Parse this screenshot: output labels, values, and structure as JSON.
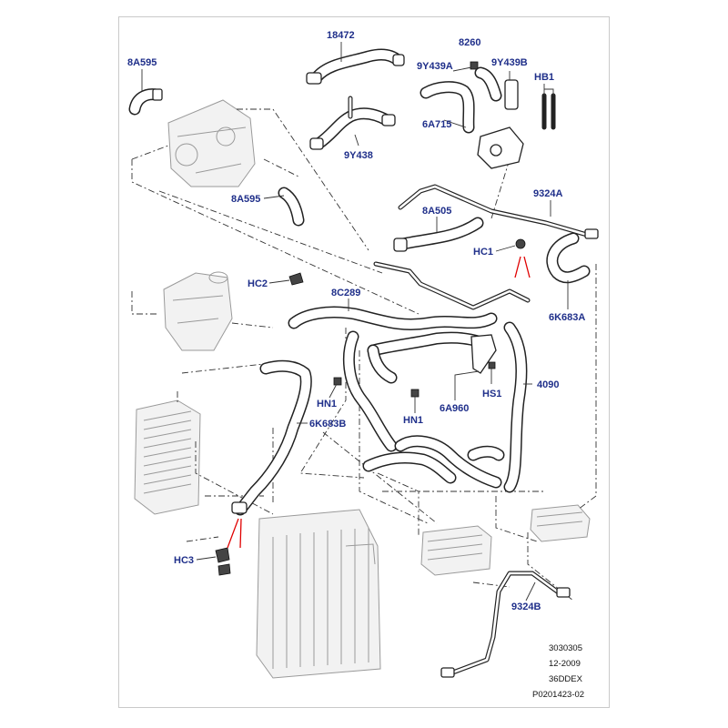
{
  "labels": {
    "p18472": "18472",
    "p8260": "8260",
    "p8A595_top": "8A595",
    "p9Y439A": "9Y439A",
    "p9Y439B": "9Y439B",
    "pHB1": "HB1",
    "p6A715": "6A715",
    "p9Y438": "9Y438",
    "p8A595_mid": "8A595",
    "p9324A": "9324A",
    "p8A505": "8A505",
    "pHC1": "HC1",
    "pHC2": "HC2",
    "p8C289": "8C289",
    "p6K683A": "6K683A",
    "pHN1_left": "HN1",
    "p6A960": "6A960",
    "pHS1": "HS1",
    "p4090": "4090",
    "p6K683B": "6K683B",
    "pHN1_center": "HN1",
    "pHC3": "HC3",
    "p9324B": "9324B"
  },
  "footer": {
    "line1": "3030305",
    "line2": "12-2009",
    "line3": "36DDEX",
    "line4": "P0201423-02"
  },
  "colors": {
    "label": "#1f2f8a",
    "highlight": "#e00000",
    "line": "#222222",
    "ghost": "#9a9a9a"
  }
}
